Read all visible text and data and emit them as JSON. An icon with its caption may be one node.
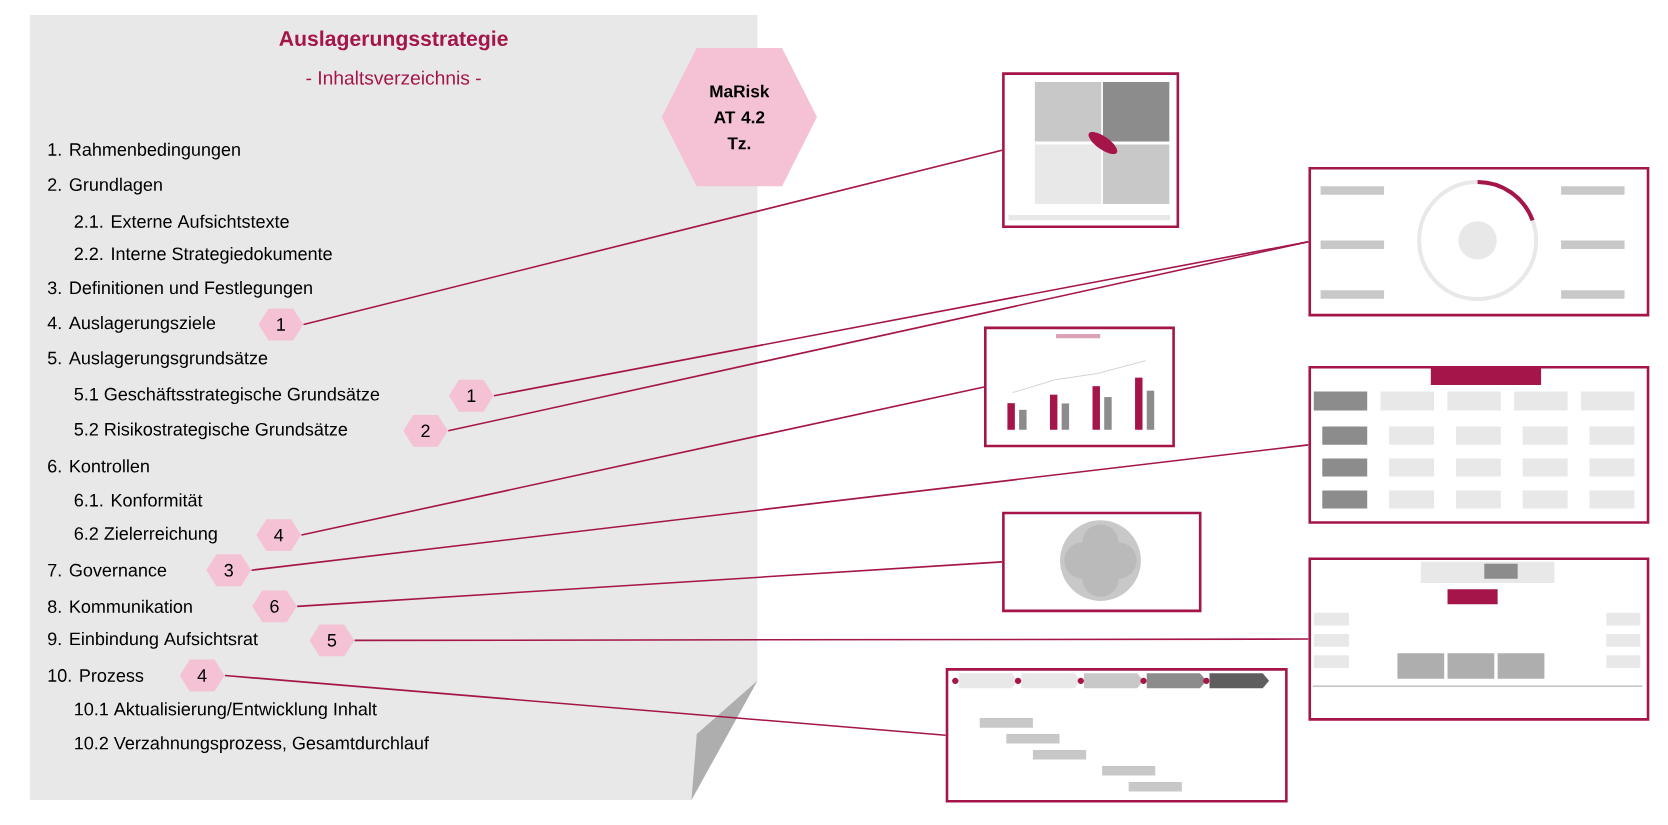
{
  "diagram": {
    "nodes": [
      {
        "text": [
          "Auslagerungsstrategie",
          "- Inhaltsverzeichnis -",
          "1. Rahmenbedingungen",
          "2. Grundlagen",
          "2.1. Externe Aufsichtstexte",
          "2.2.  Interne Strategiedokumente",
          "3.   Definitionen und Festlegungen",
          "4. Auslagerungsziele",
          "5. Auslagerungsgrundsätze",
          "5.1 Geschäftsstrategische Grundsätze",
          "5.2 Risikostrategische Grundsätze",
          "6. Kontrollen",
          "6.1. Konformität",
          "6.2 Zielerreichung",
          "7. Governance",
          "8. Kommunikation",
          "9. Einbindung Aufsichtsrat",
          "10. Prozess",
          "10.1 Aktualisierung/Entwicklung Inhalt",
          "10.2 Verzahnungsprozess, Gesamtdurchlauf"
        ]
      },
      {
        "text": [
          "MaRisk AT 4.2 Tz."
        ]
      },
      {
        "text": [
          "1"
        ],
        "in": 0
      },
      {
        "text": [
          "1"
        ],
        "in": 0
      },
      {
        "text": [
          "2"
        ],
        "in": 0
      },
      {
        "text": [
          "4"
        ],
        "in": 0
      },
      {
        "text": [
          "3"
        ],
        "in": 0
      },
      {
        "text": [
          "6"
        ],
        "in": 0
      },
      {
        "text": [
          "5"
        ],
        "in": 0
      },
      {
        "text": [
          "4"
        ],
        "in": 0
      },
      {
        "text": [],
        "shape": "picture"
      },
      {
        "text": [],
        "shape": "picture"
      },
      {
        "text": [],
        "shape": "picture"
      },
      {
        "text": [],
        "shape": "picture"
      },
      {
        "text": [],
        "shape": "picture"
      },
      {
        "text": [],
        "shape": "picture"
      },
      {
        "text": [],
        "shape": "picture"
      }
    ],
    "edges": [
      {
        "from": 2,
        "to": 10,
        "arrow": "none"
      },
      {
        "from": 3,
        "to": 11,
        "arrow": "none"
      },
      {
        "from": 4,
        "to": 11,
        "arrow": "none"
      },
      {
        "from": 5,
        "to": 12,
        "arrow": "none"
      },
      {
        "from": 6,
        "to": 13,
        "arrow": "none"
      },
      {
        "from": 7,
        "to": 14,
        "arrow": "none"
      },
      {
        "from": 8,
        "to": 15,
        "arrow": "none"
      },
      {
        "from": 9,
        "to": 16,
        "arrow": "none"
      }
    ]
  }
}
